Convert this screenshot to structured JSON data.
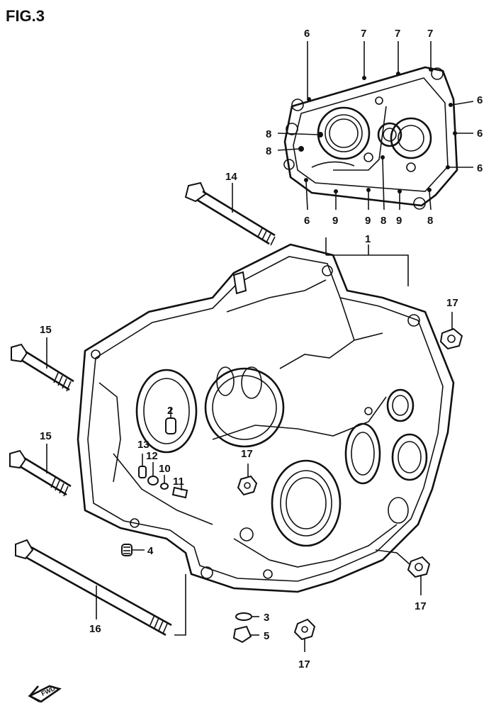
{
  "figure": {
    "title": "FIG.3",
    "front_arrow_label": "FWD"
  },
  "callouts": {
    "c1": "1",
    "c2": "2",
    "c3": "3",
    "c4": "4",
    "c5": "5",
    "gasket_6a": "6",
    "gasket_6b": "6",
    "gasket_6c": "6",
    "gasket_6d": "6",
    "gasket_6e": "6",
    "gasket_7a": "7",
    "gasket_7b": "7",
    "gasket_7c": "7",
    "gasket_8a": "8",
    "gasket_8b": "8",
    "gasket_8c": "8",
    "gasket_8d": "8",
    "gasket_9a": "9",
    "gasket_9b": "9",
    "gasket_9c": "9",
    "c10": "10",
    "c11": "11",
    "c12": "12",
    "c13": "13",
    "c14": "14",
    "c15a": "15",
    "c15b": "15",
    "c16": "16",
    "c17a": "17",
    "c17b": "17",
    "c17c": "17",
    "c17d": "17"
  }
}
